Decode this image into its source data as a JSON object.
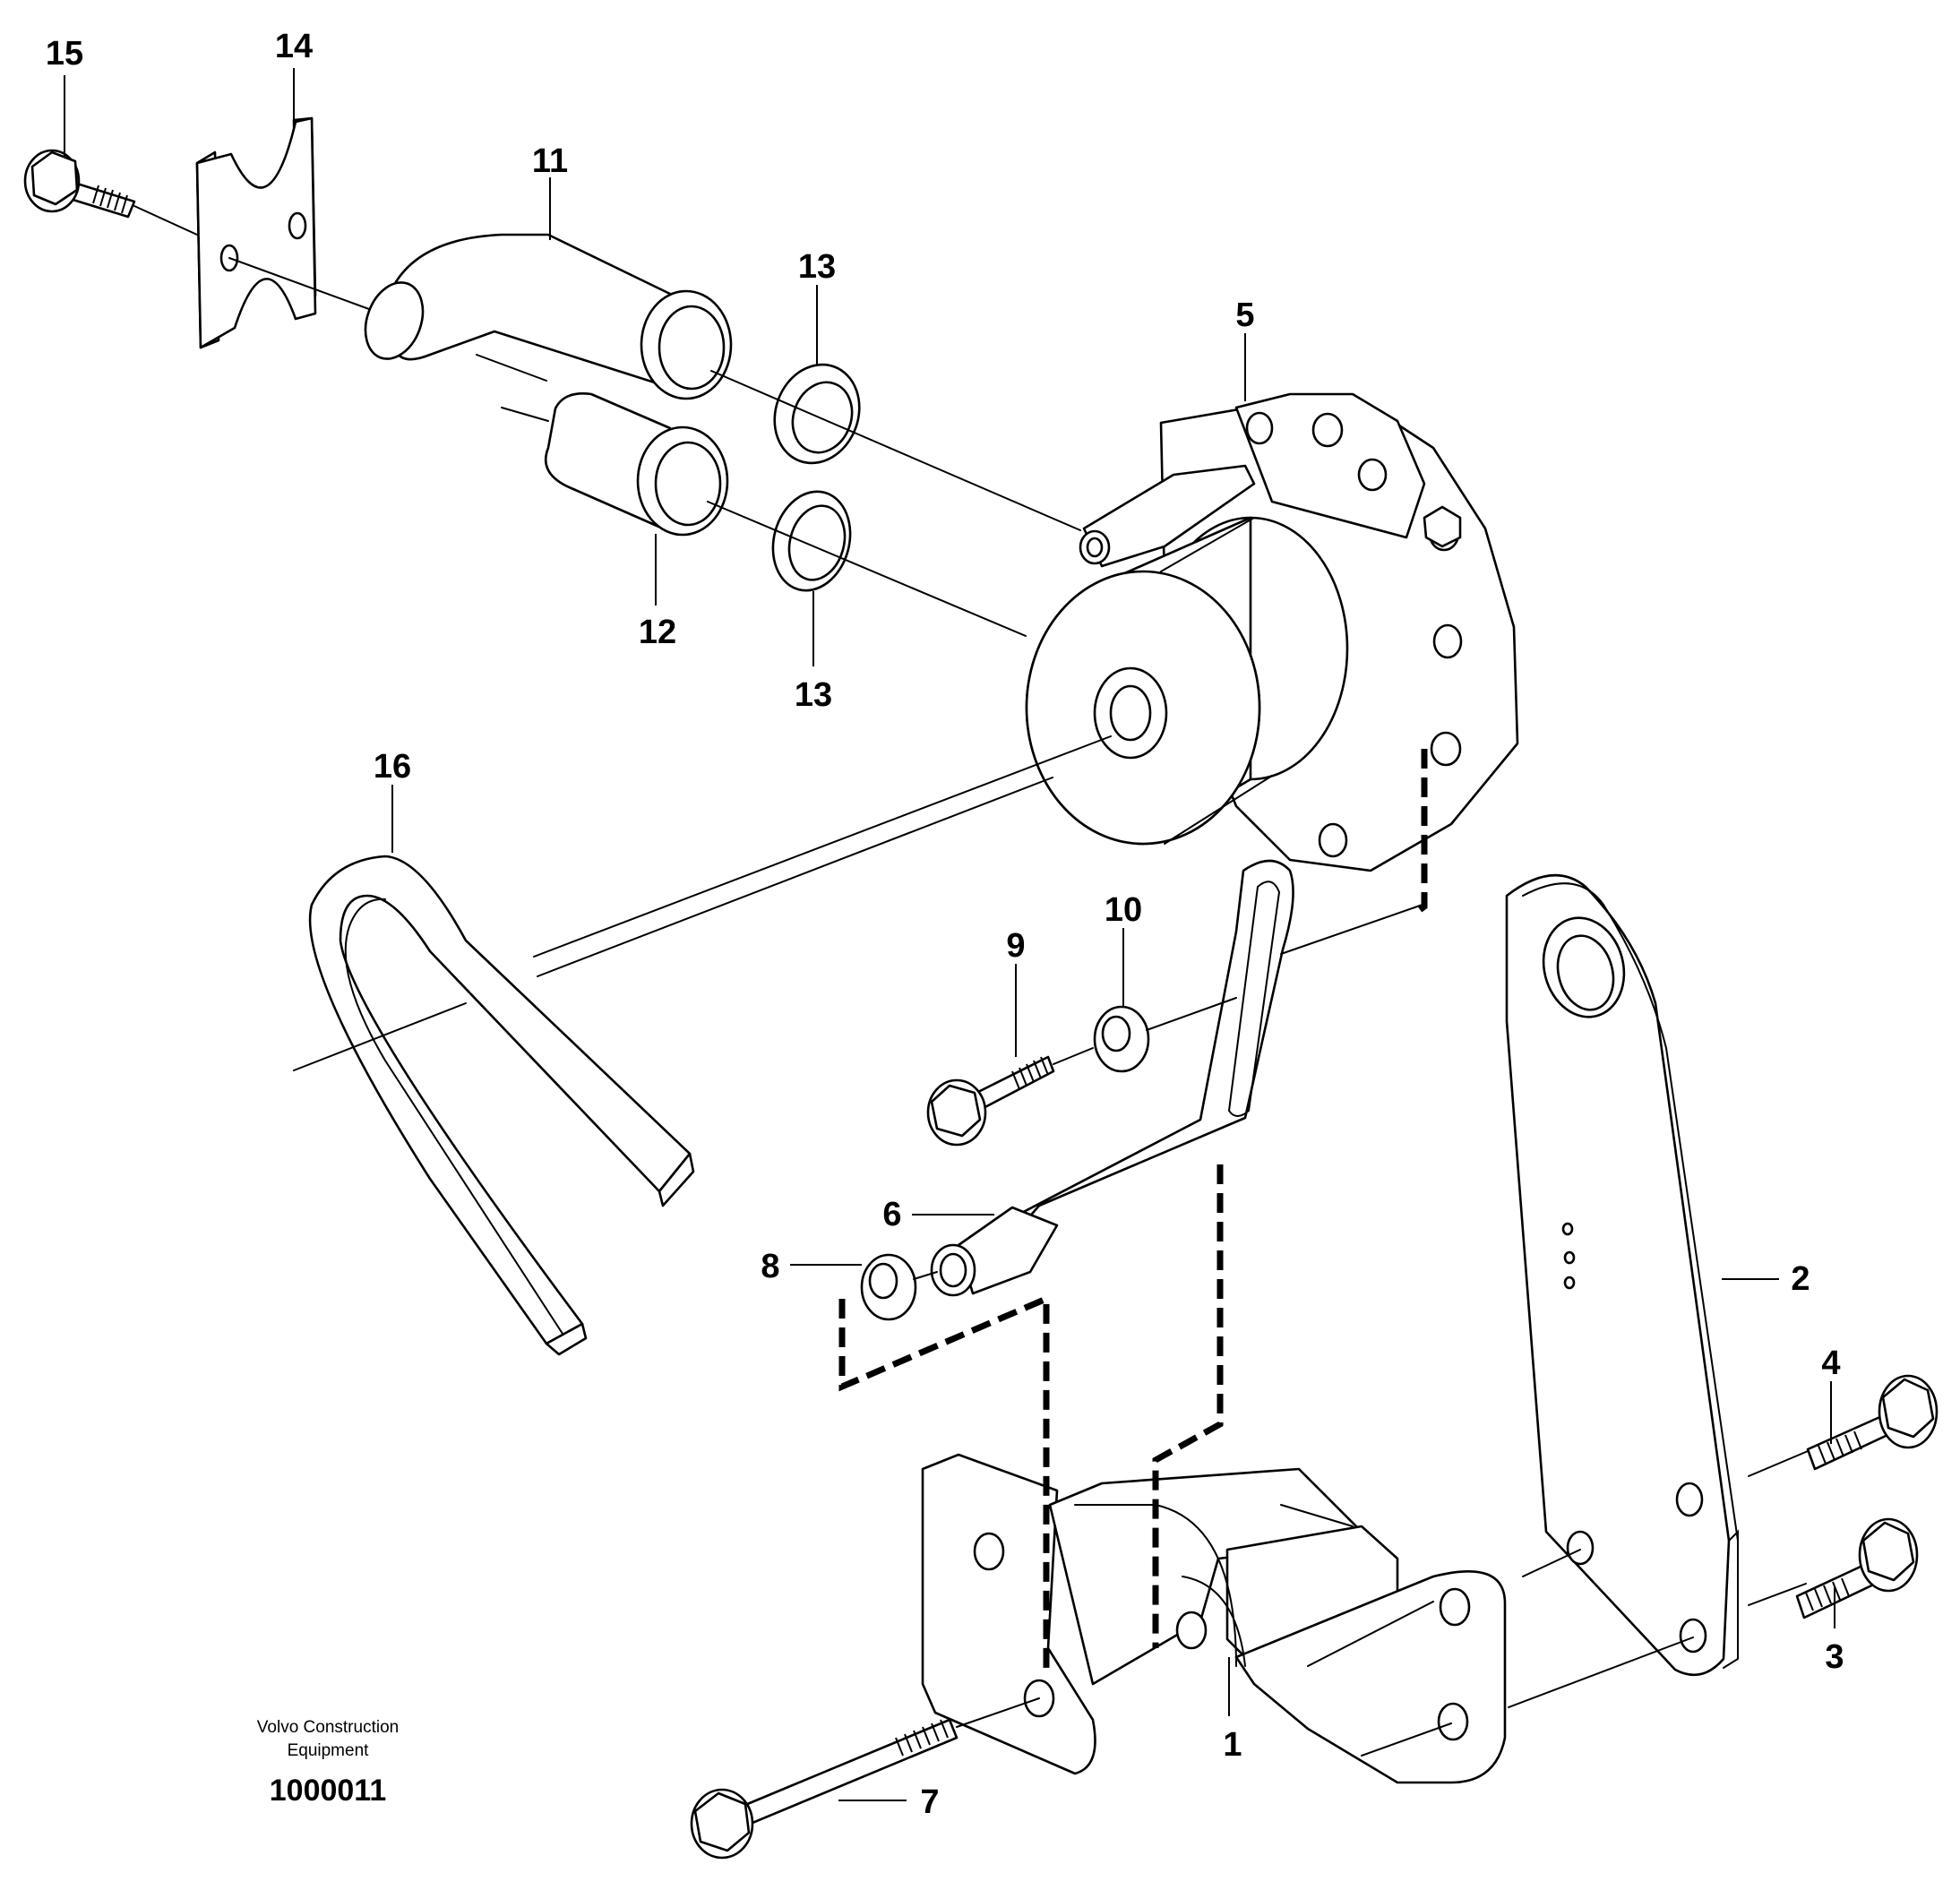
{
  "callouts": {
    "p1": "1",
    "p2": "2",
    "p3": "3",
    "p4": "4",
    "p5": "5",
    "p6": "6",
    "p7": "7",
    "p8": "8",
    "p9": "9",
    "p10": "10",
    "p11": "11",
    "p12": "12",
    "p13a": "13",
    "p13b": "13",
    "p14": "14",
    "p15": "15",
    "p16": "16"
  },
  "caption": {
    "brand_line1": "Volvo Construction",
    "brand_line2": "Equipment",
    "drawing_number": "1000011"
  },
  "colors": {
    "ink": "#000000",
    "paper": "#ffffff"
  }
}
